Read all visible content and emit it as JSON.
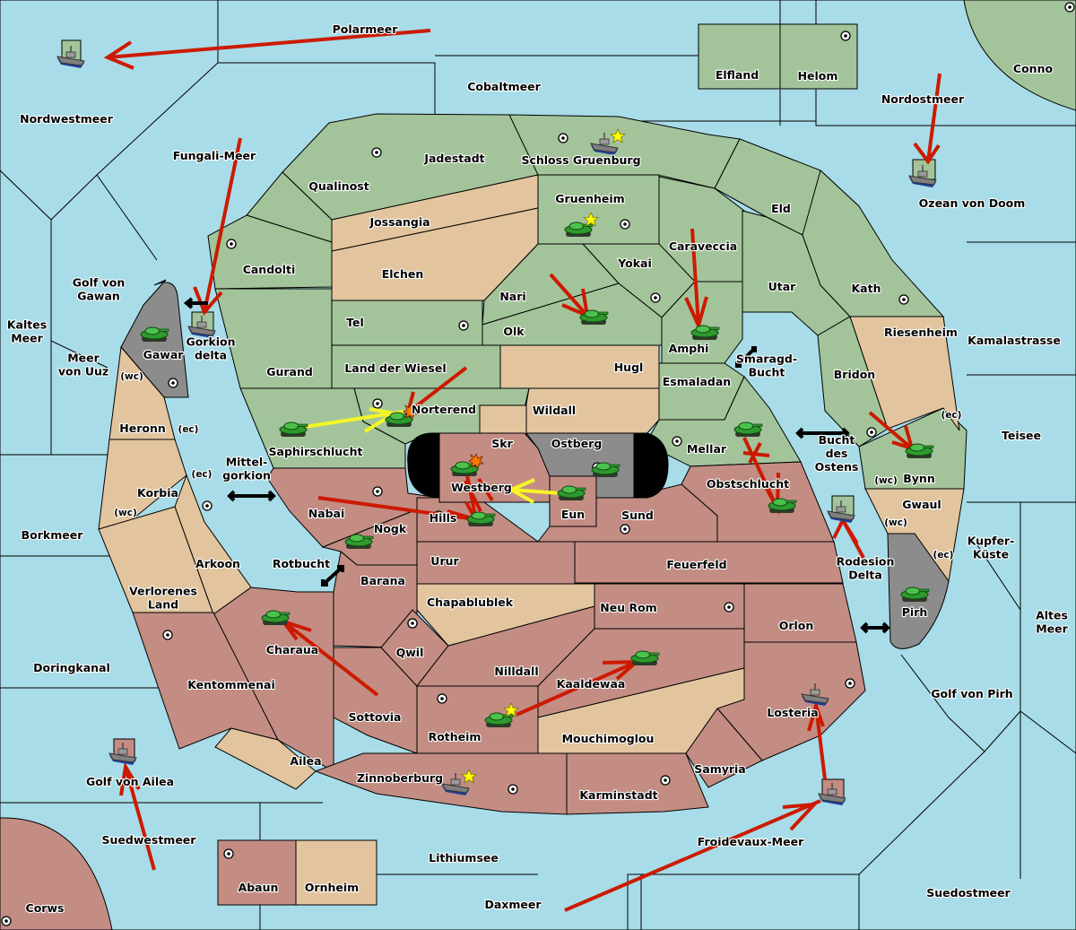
{
  "map": {
    "title": "Diplomacy game map",
    "colors": {
      "sea": "#a8dce8",
      "power_green": "#a3c49a",
      "power_red": "#c38d84",
      "neutral": "#e2c59e",
      "impassable": "#8c8c8c",
      "move_order": "#cc1a00",
      "support_order": "#f5f526"
    },
    "seas": [
      {
        "id": "polarmeer",
        "label": "Polarmeer"
      },
      {
        "id": "cobaltmeer",
        "label": "Cobaltmeer"
      },
      {
        "id": "nordwestmeer",
        "label": "Nordwestmeer"
      },
      {
        "id": "nordostmeer",
        "label": "Nordostmeer"
      },
      {
        "id": "fungali-meer",
        "label": "Fungali-Meer"
      },
      {
        "id": "ozean-von-doom",
        "label": "Ozean von Doom"
      },
      {
        "id": "golf-von-gawan",
        "label": "Golf von Gawan"
      },
      {
        "id": "kaltes-meer",
        "label": "Kaltes Meer"
      },
      {
        "id": "meer-von-uuz",
        "label": "Meer von Uuz"
      },
      {
        "id": "gorkion-delta",
        "label": "Gorkion delta"
      },
      {
        "id": "kamalastrasse",
        "label": "Kamalastrasse"
      },
      {
        "id": "smaragd-bucht",
        "label": "Smaragd-Bucht"
      },
      {
        "id": "teisee",
        "label": "Teisee"
      },
      {
        "id": "bucht-des-ostens",
        "label": "Bucht des Ostens"
      },
      {
        "id": "mittelgorkion",
        "label": "Mittel-gorkion"
      },
      {
        "id": "borkmeer",
        "label": "Borkmeer"
      },
      {
        "id": "rotbucht",
        "label": "Rotbucht"
      },
      {
        "id": "kupfer-kueste",
        "label": "Kupfer-Küste"
      },
      {
        "id": "rodesion-delta",
        "label": "Rodesion Delta"
      },
      {
        "id": "altes-meer",
        "label": "Altes Meer"
      },
      {
        "id": "doringkanal",
        "label": "Doringkanal"
      },
      {
        "id": "golf-von-pirh",
        "label": "Golf von Pirh"
      },
      {
        "id": "golf-von-ailea",
        "label": "Golf von Ailea"
      },
      {
        "id": "suedwestmeer",
        "label": "Suedwestmeer"
      },
      {
        "id": "froidevaux-meer",
        "label": "Froidevaux-Meer"
      },
      {
        "id": "lithiumsee",
        "label": "Lithiumsee"
      },
      {
        "id": "daxmeer",
        "label": "Daxmeer"
      },
      {
        "id": "suedostmeer",
        "label": "Suedostmeer"
      }
    ],
    "provinces": [
      {
        "id": "conno",
        "label": "Conno"
      },
      {
        "id": "elfland",
        "label": "Elfland"
      },
      {
        "id": "helom",
        "label": "Helom"
      },
      {
        "id": "jadestadt",
        "label": "Jadestadt"
      },
      {
        "id": "schloss-gruenburg",
        "label": "Schloss Gruenburg"
      },
      {
        "id": "qualinost",
        "label": "Qualinost"
      },
      {
        "id": "jossangia",
        "label": "Jossangia"
      },
      {
        "id": "gruenheim",
        "label": "Gruenheim"
      },
      {
        "id": "eld",
        "label": "Eld"
      },
      {
        "id": "candolti",
        "label": "Candolti"
      },
      {
        "id": "elchen",
        "label": "Elchen"
      },
      {
        "id": "caraveccia",
        "label": "Caraveccia"
      },
      {
        "id": "yokai",
        "label": "Yokai"
      },
      {
        "id": "nari",
        "label": "Nari"
      },
      {
        "id": "utar",
        "label": "Utar"
      },
      {
        "id": "kath",
        "label": "Kath"
      },
      {
        "id": "tel",
        "label": "Tel"
      },
      {
        "id": "olk",
        "label": "Olk"
      },
      {
        "id": "riesenheim",
        "label": "Riesenheim"
      },
      {
        "id": "amphi",
        "label": "Amphi"
      },
      {
        "id": "gawar",
        "label": "Gawar"
      },
      {
        "id": "gurand",
        "label": "Gurand"
      },
      {
        "id": "land-der-wiesel",
        "label": "Land der Wiesel"
      },
      {
        "id": "hugl",
        "label": "Hugl"
      },
      {
        "id": "bridon",
        "label": "Bridon"
      },
      {
        "id": "esmaladan",
        "label": "Esmaladan"
      },
      {
        "id": "heronn",
        "label": "Heronn"
      },
      {
        "id": "norterend",
        "label": "Norterend"
      },
      {
        "id": "wildall",
        "label": "Wildall"
      },
      {
        "id": "skr",
        "label": "Skr"
      },
      {
        "id": "ostberg",
        "label": "Ostberg"
      },
      {
        "id": "mellar",
        "label": "Mellar"
      },
      {
        "id": "saphirschlucht",
        "label": "Saphirschlucht"
      },
      {
        "id": "bynn",
        "label": "Bynn"
      },
      {
        "id": "westberg",
        "label": "Westberg"
      },
      {
        "id": "obstschlucht",
        "label": "Obstschlucht"
      },
      {
        "id": "korbia",
        "label": "Korbia"
      },
      {
        "id": "nabai",
        "label": "Nabai"
      },
      {
        "id": "gwaul",
        "label": "Gwaul"
      },
      {
        "id": "hills",
        "label": "Hills"
      },
      {
        "id": "eun",
        "label": "Eun"
      },
      {
        "id": "sund",
        "label": "Sund"
      },
      {
        "id": "nogk",
        "label": "Nogk"
      },
      {
        "id": "urur",
        "label": "Urur"
      },
      {
        "id": "feuerfeld",
        "label": "Feuerfeld"
      },
      {
        "id": "arkoon",
        "label": "Arkoon"
      },
      {
        "id": "barana",
        "label": "Barana"
      },
      {
        "id": "pirh",
        "label": "Pirh"
      },
      {
        "id": "verlorenes-land",
        "label": "Verlorenes Land"
      },
      {
        "id": "chapablublek",
        "label": "Chapablublek"
      },
      {
        "id": "neu-rom",
        "label": "Neu Rom"
      },
      {
        "id": "orlon",
        "label": "Orlon"
      },
      {
        "id": "charaua",
        "label": "Charaua"
      },
      {
        "id": "qwil",
        "label": "Qwil"
      },
      {
        "id": "nilldall",
        "label": "Nilldall"
      },
      {
        "id": "kaaldewaa",
        "label": "Kaaldewaa"
      },
      {
        "id": "kentommenai",
        "label": "Kentommenai"
      },
      {
        "id": "sottovia",
        "label": "Sottovia"
      },
      {
        "id": "losteria",
        "label": "Losteria"
      },
      {
        "id": "rotheim",
        "label": "Rotheim"
      },
      {
        "id": "mouchimoglou",
        "label": "Mouchimoglou"
      },
      {
        "id": "ailea",
        "label": "Ailea"
      },
      {
        "id": "samyria",
        "label": "Samyria"
      },
      {
        "id": "zinnoberburg",
        "label": "Zinnoberburg"
      },
      {
        "id": "karminstadt",
        "label": "Karminstadt"
      },
      {
        "id": "abaun",
        "label": "Abaun"
      },
      {
        "id": "ornheim",
        "label": "Ornheim"
      },
      {
        "id": "corws",
        "label": "Corws"
      }
    ],
    "coast_markers": {
      "wc": "(wc)",
      "ec": "(ec)"
    },
    "units": [
      {
        "type": "fleet",
        "location": "Nordwestmeer",
        "power": "green",
        "retreat_box": true
      },
      {
        "type": "fleet",
        "location": "Schloss Gruenburg",
        "power": "green",
        "star": true
      },
      {
        "type": "fleet",
        "location": "Ozean von Doom",
        "power": "green",
        "retreat_box": true
      },
      {
        "type": "army",
        "location": "Gruenheim",
        "power": "green",
        "star": true
      },
      {
        "type": "army",
        "location": "Olk",
        "power": "green"
      },
      {
        "type": "army",
        "location": "Amphi",
        "power": "green"
      },
      {
        "type": "army",
        "location": "Gawar",
        "power": "green"
      },
      {
        "type": "fleet",
        "location": "Gorkion delta",
        "power": "green",
        "retreat_box": true
      },
      {
        "type": "army",
        "location": "Saphirschlucht",
        "power": "green"
      },
      {
        "type": "army",
        "location": "Norterend",
        "power": "green",
        "dislodged": true
      },
      {
        "type": "army",
        "location": "Westberg",
        "power": "green",
        "dislodged": true
      },
      {
        "type": "army",
        "location": "Ostberg",
        "power": "green"
      },
      {
        "type": "army",
        "location": "Eun",
        "power": "green"
      },
      {
        "type": "army",
        "location": "Hills",
        "power": "green"
      },
      {
        "type": "army",
        "location": "Nogk",
        "power": "green"
      },
      {
        "type": "army",
        "location": "Mellar",
        "power": "green"
      },
      {
        "type": "army",
        "location": "Obstschlucht",
        "power": "green"
      },
      {
        "type": "army",
        "location": "Bynn",
        "power": "green"
      },
      {
        "type": "fleet",
        "location": "Bucht des Ostens",
        "power": "green",
        "retreat_box": true
      },
      {
        "type": "army",
        "location": "Pirh",
        "power": "green"
      },
      {
        "type": "army",
        "location": "Charaua",
        "power": "green"
      },
      {
        "type": "army",
        "location": "Kaaldewaa",
        "power": "green"
      },
      {
        "type": "army",
        "location": "Rotheim",
        "power": "green",
        "star": true
      },
      {
        "type": "fleet",
        "location": "Losteria",
        "power": "green"
      },
      {
        "type": "fleet",
        "location": "Froidevaux-Meer",
        "power": "red",
        "retreat_box": true
      },
      {
        "type": "fleet",
        "location": "Golf von Ailea",
        "power": "red",
        "retreat_box": true
      },
      {
        "type": "fleet",
        "location": "Zinnoberburg",
        "power": "green",
        "star": true
      }
    ]
  }
}
